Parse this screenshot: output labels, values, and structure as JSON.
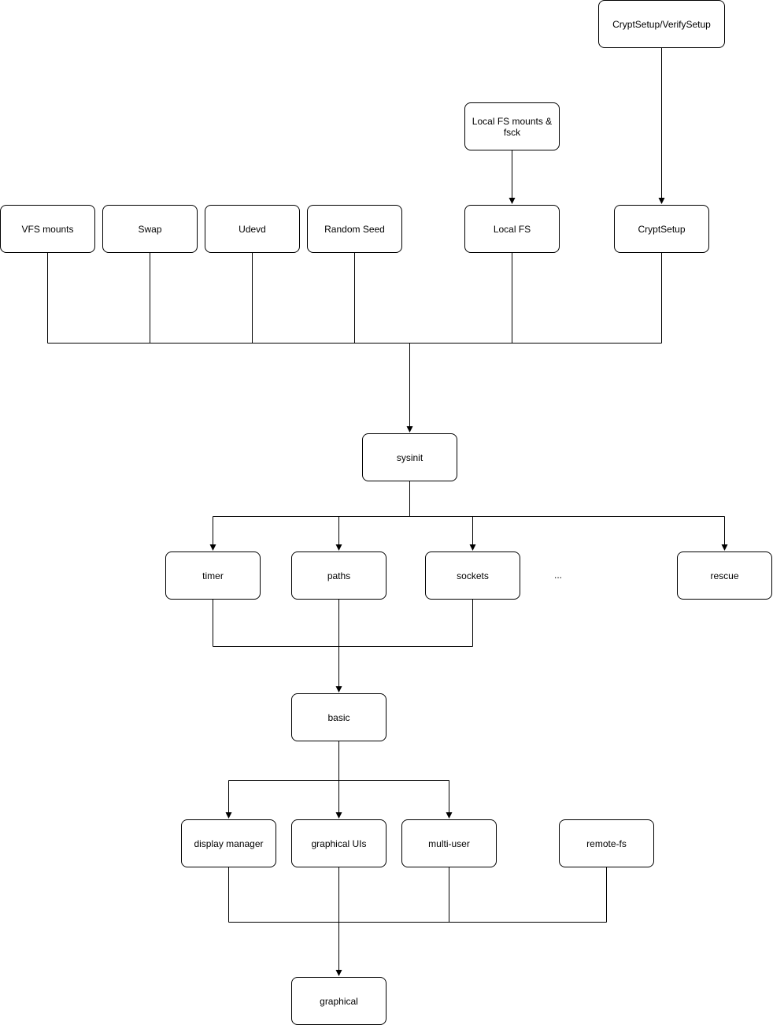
{
  "diagram": {
    "nodes": {
      "crypt_verify": "CryptSetup/VerifySetup",
      "local_fs_mounts": "Local FS mounts & fsck",
      "vfs_mounts": "VFS mounts",
      "swap": "Swap",
      "udevd": "Udevd",
      "random_seed": "Random Seed",
      "local_fs": "Local FS",
      "cryptsetup": "CryptSetup",
      "sysinit": "sysinit",
      "timer": "timer",
      "paths": "paths",
      "sockets": "sockets",
      "ellipsis": "...",
      "rescue": "rescue",
      "basic": "basic",
      "display_manager": "display manager",
      "graphical_uis": "graphical UIs",
      "multi_user": "multi-user",
      "remote_fs": "remote-fs",
      "graphical": "graphical"
    },
    "edges": [
      {
        "from": "crypt_verify",
        "to": "cryptsetup"
      },
      {
        "from": "local_fs_mounts",
        "to": "local_fs"
      },
      {
        "from": "vfs_mounts",
        "to": "sysinit"
      },
      {
        "from": "swap",
        "to": "sysinit"
      },
      {
        "from": "udevd",
        "to": "sysinit"
      },
      {
        "from": "random_seed",
        "to": "sysinit"
      },
      {
        "from": "local_fs",
        "to": "sysinit"
      },
      {
        "from": "cryptsetup",
        "to": "sysinit"
      },
      {
        "from": "sysinit",
        "to": "timer"
      },
      {
        "from": "sysinit",
        "to": "paths"
      },
      {
        "from": "sysinit",
        "to": "sockets"
      },
      {
        "from": "sysinit",
        "to": "rescue"
      },
      {
        "from": "timer",
        "to": "basic"
      },
      {
        "from": "paths",
        "to": "basic"
      },
      {
        "from": "sockets",
        "to": "basic"
      },
      {
        "from": "basic",
        "to": "display_manager"
      },
      {
        "from": "basic",
        "to": "graphical_uis"
      },
      {
        "from": "basic",
        "to": "multi_user"
      },
      {
        "from": "display_manager",
        "to": "graphical"
      },
      {
        "from": "graphical_uis",
        "to": "graphical"
      },
      {
        "from": "multi_user",
        "to": "graphical"
      },
      {
        "from": "remote_fs",
        "to": "graphical"
      }
    ]
  }
}
